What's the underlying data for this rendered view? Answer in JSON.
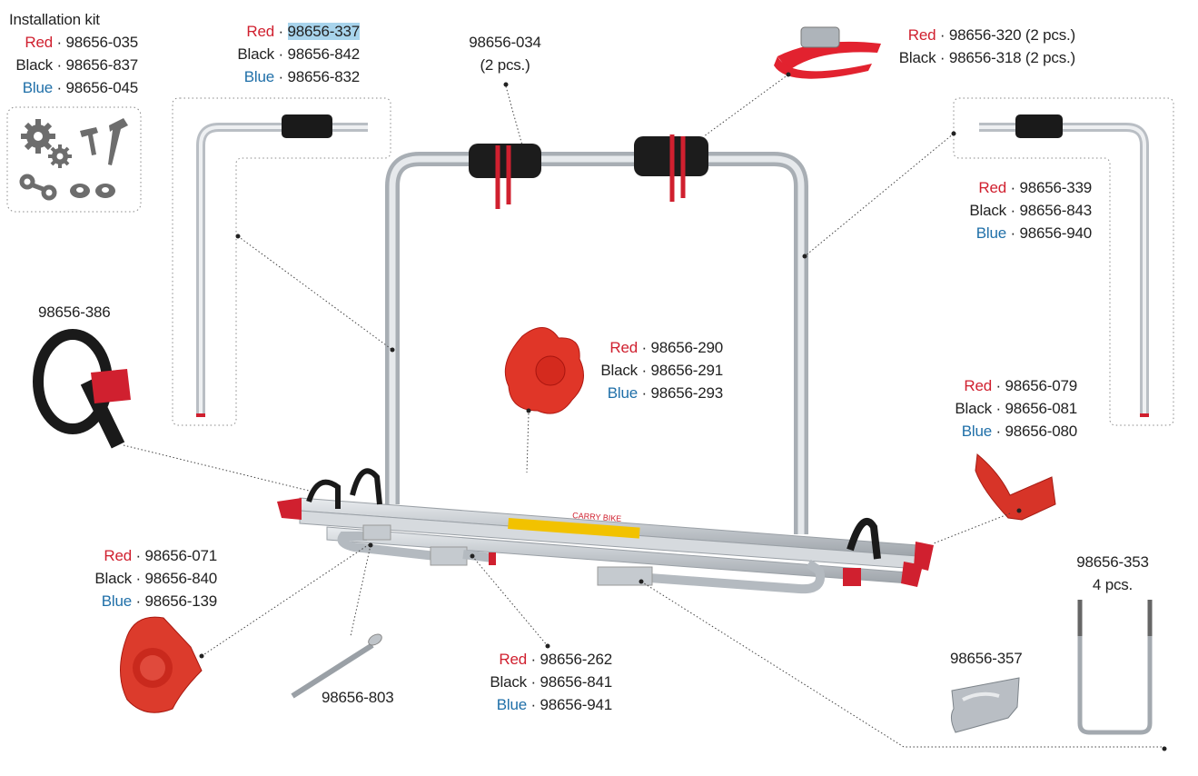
{
  "installation_kit": {
    "title": "Installation kit",
    "red": {
      "color": "Red",
      "code": "98656-035"
    },
    "black": {
      "color": "Black",
      "code": "98656-837"
    },
    "blue": {
      "color": "Blue",
      "code": "98656-045"
    }
  },
  "left_bar": {
    "red": {
      "color": "Red",
      "code": "98656-337"
    },
    "black": {
      "color": "Black",
      "code": "98656-842"
    },
    "blue": {
      "color": "Blue",
      "code": "98656-832"
    }
  },
  "foam_pads": {
    "code": "98656-034",
    "qty": "(2 pcs.)"
  },
  "top_strap": {
    "red": {
      "color": "Red",
      "code": "98656-320 (2 pcs.)"
    },
    "black": {
      "color": "Black",
      "code": "98656-318 (2 pcs.)"
    }
  },
  "right_bar": {
    "red": {
      "color": "Red",
      "code": "98656-339"
    },
    "black": {
      "color": "Black",
      "code": "98656-843"
    },
    "blue": {
      "color": "Blue",
      "code": "98656-940"
    }
  },
  "wheel_strap": {
    "code": "98656-386"
  },
  "knob": {
    "red": {
      "color": "Red",
      "code": "98656-290"
    },
    "black": {
      "color": "Black",
      "code": "98656-291"
    },
    "blue": {
      "color": "Blue",
      "code": "98656-293"
    }
  },
  "end_cap": {
    "red": {
      "color": "Red",
      "code": "98656-079"
    },
    "black": {
      "color": "Black",
      "code": "98656-081"
    },
    "blue": {
      "color": "Blue",
      "code": "98656-080"
    }
  },
  "ratchet_knob": {
    "red": {
      "color": "Red",
      "code": "98656-071"
    },
    "black": {
      "color": "Black",
      "code": "98656-840"
    },
    "blue": {
      "color": "Blue",
      "code": "98656-139"
    }
  },
  "bolt": {
    "code": "98656-803"
  },
  "rail_cap": {
    "red": {
      "color": "Red",
      "code": "98656-262"
    },
    "black": {
      "color": "Black",
      "code": "98656-841"
    },
    "blue": {
      "color": "Blue",
      "code": "98656-941"
    }
  },
  "u_bolt": {
    "code": "98656-353",
    "qty": "4 pcs."
  },
  "bracket": {
    "code": "98656-357"
  },
  "rack_label": "CARRY BIKE",
  "colors": {
    "red": "#d0202f",
    "blue": "#1f6fa8",
    "highlight": "#a8d4ec"
  }
}
